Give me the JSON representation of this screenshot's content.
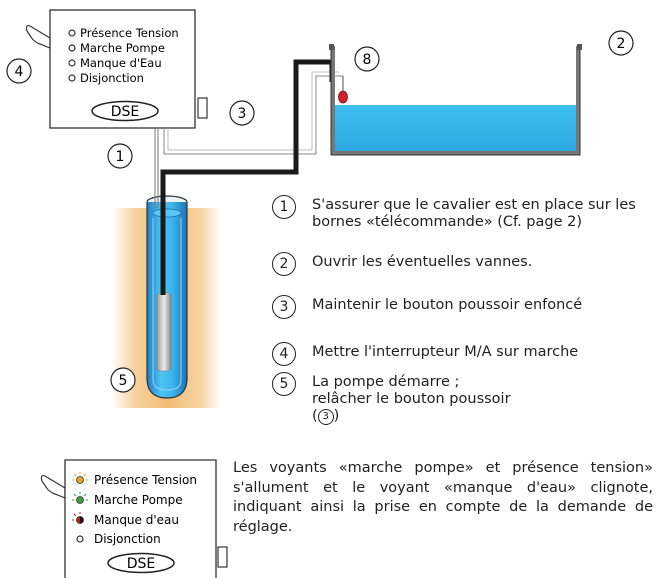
{
  "panel_top": {
    "indicators": [
      {
        "label": "Présence Tension",
        "state": "off"
      },
      {
        "label": "Marche Pompe",
        "state": "off"
      },
      {
        "label": "Manque d'Eau",
        "state": "off"
      },
      {
        "label": "Disjonction",
        "state": "off"
      }
    ],
    "brand": "DSE"
  },
  "callouts": {
    "c1": "1",
    "c2": "2",
    "c3": "3",
    "c4": "4",
    "c5": "5",
    "c8": "8"
  },
  "steps": [
    {
      "num": "1",
      "text": "S'assurer que le cavalier est en place sur les bornes «télécommande» (Cf. page 2)"
    },
    {
      "num": "2",
      "text": "Ouvrir les éventuelles vannes."
    },
    {
      "num": "3",
      "text": "Maintenir le bouton poussoir enfoncé"
    },
    {
      "num": "4",
      "text": "Mettre l'interrupteur M/A sur marche"
    },
    {
      "num": "5",
      "text": "La pompe démarre ; relâcher le bouton poussoir (",
      "ref": "3",
      "suffix": ")"
    }
  ],
  "panel_bottom": {
    "indicators": [
      {
        "label": "Présence Tension",
        "color": "#f2a020"
      },
      {
        "label": "Marche Pompe",
        "color": "#3aa03a"
      },
      {
        "label": "Manque d'eau",
        "color": "#c01818"
      },
      {
        "label": "Disjonction",
        "color": "none"
      }
    ],
    "brand": "DSE"
  },
  "note": "Les voyants «marche pompe» et présence tension» s'allument et le voyant «manque d'eau» clignote, indiquant ainsi la prise en compte de la demande de réglage.",
  "colors": {
    "water": "#35b8ec",
    "water_dark": "#1d86c8",
    "soil": "#f3c383",
    "cable": "#1a1a1a"
  }
}
